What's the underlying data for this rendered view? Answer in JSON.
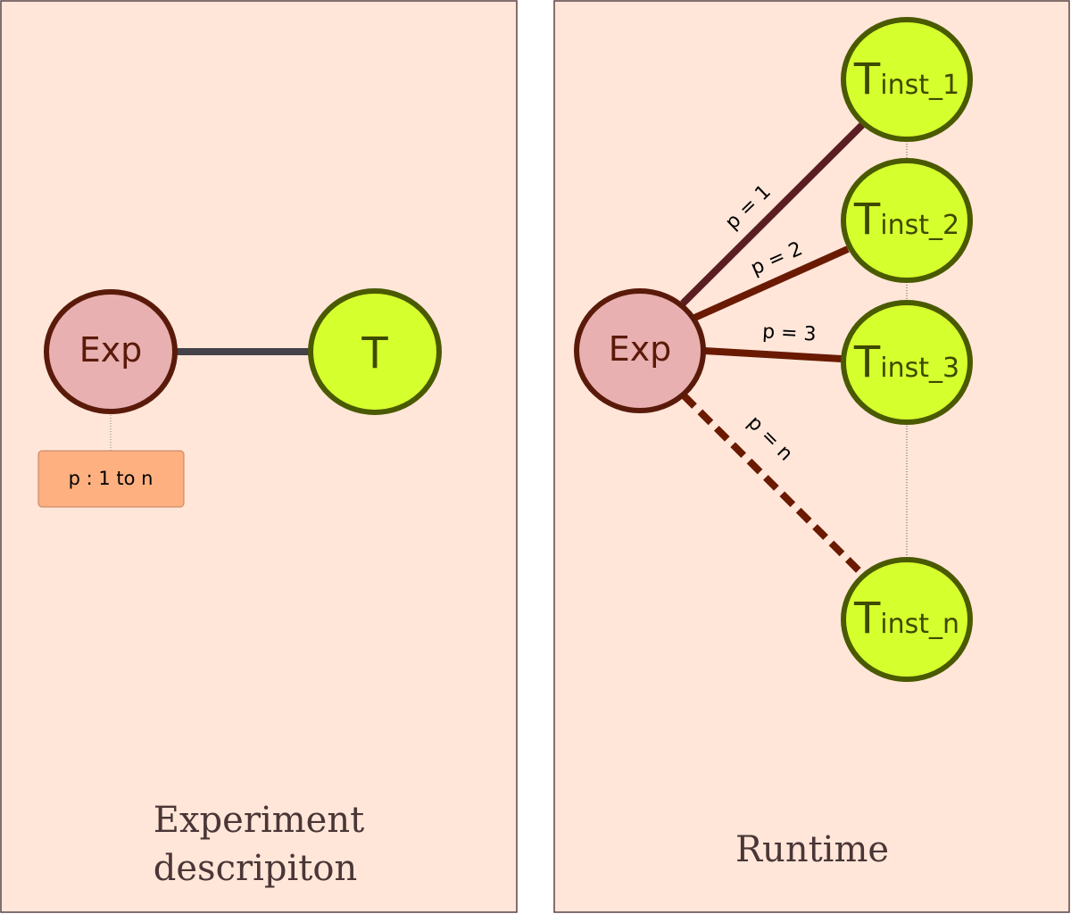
{
  "colors": {
    "panel_fill": "#ffe6d9",
    "panel_stroke": "#5a4444",
    "exp_fill": "#e8b0b0",
    "exp_stroke": "#5a1a0a",
    "exp_text": "#5a1a0a",
    "task_fill": "#d6ff2e",
    "task_stroke": "#4a5a00",
    "task_text": "#3d4a00",
    "edge_dark": "#444148",
    "edge_p1": "#5a1e22",
    "edge_runtime": "#6a1a00",
    "param_fill": "#ffb080",
    "title_text": "#4a3636"
  },
  "left_panel": {
    "title_line1": "Experiment",
    "title_line2": "descripiton",
    "exp_node": {
      "label": "Exp"
    },
    "task_node": {
      "label": "T"
    },
    "param_box": {
      "label": "p : 1 to n"
    }
  },
  "right_panel": {
    "title": "Runtime",
    "exp_node": {
      "label": "Exp"
    },
    "instances": [
      {
        "main": "T",
        "sub": "inst_1",
        "edge_label": "p = 1"
      },
      {
        "main": "T",
        "sub": "inst_2",
        "edge_label": "p = 2"
      },
      {
        "main": "T",
        "sub": "inst_3",
        "edge_label": "p = 3"
      },
      {
        "main": "T",
        "sub": "inst_n",
        "edge_label": "p = n"
      }
    ]
  }
}
